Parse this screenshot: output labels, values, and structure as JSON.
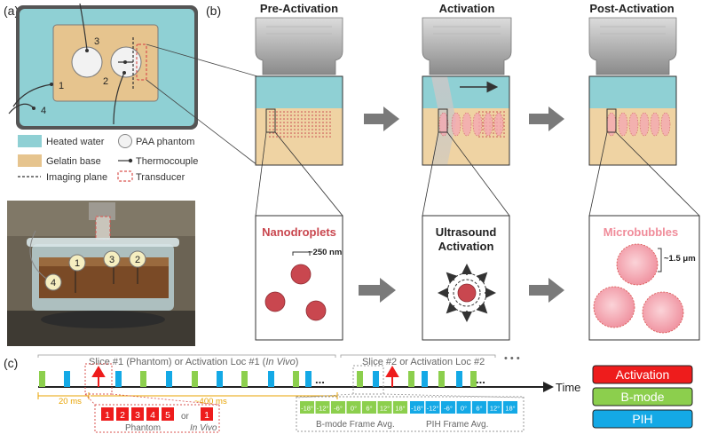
{
  "panel_labels": {
    "a": "(a)",
    "b": "(b)",
    "c": "(c)"
  },
  "panel_a": {
    "schematic_numbers": [
      "1",
      "2",
      "3",
      "4"
    ],
    "legend": [
      {
        "label": "Heated water",
        "color": "#8fd0d4"
      },
      {
        "label": "PAA phantom",
        "color": "#f2f2f2"
      },
      {
        "label": "Gelatin base",
        "color": "#e6c48e"
      },
      {
        "label": "Thermocouple",
        "color": "#333333"
      },
      {
        "label": "Imaging plane",
        "color": "#333333"
      },
      {
        "label": "Transducer",
        "color": "#d9534f"
      }
    ],
    "photo_numbers": [
      "1",
      "3",
      "2",
      "4"
    ]
  },
  "panel_b": {
    "stages": [
      "Pre-Activation",
      "Activation",
      "Post-Activation"
    ],
    "bottom_titles": {
      "nanodroplets": "Nanodroplets",
      "ultrasound_line1": "Ultrasound",
      "ultrasound_line2": "Activation",
      "microbubbles": "Microbubbles"
    },
    "sizes": {
      "nanodroplet": "~250 nm",
      "microbubble": "~1.5 μm"
    },
    "colors": {
      "water": "#8fd0d4",
      "gelatin": "#efd3a3",
      "droplet": "#c9474f",
      "bubble": "#f4a9b3",
      "arrow": "#7a7a7a"
    }
  },
  "panel_c": {
    "slice1_label_part1": "Slice #1 (Phantom) or Activation Loc #1 (",
    "slice1_label_italic": "In Vivo",
    "slice1_label_part2": ")",
    "slice2_label": "Slice #2 or Activation Loc #2",
    "ellipsis": "...",
    "dots": "• • •",
    "time_label": "Time",
    "interval_short": "20 ms",
    "interval_long": "~400 ms",
    "phantom_numbers": [
      "1",
      "2",
      "3",
      "4",
      "5"
    ],
    "or_label": "or",
    "invivo_number": "1",
    "phantom_label": "Phantom",
    "invivo_label": "In Vivo",
    "bmode_angles": [
      "-18°",
      "-12°",
      "-6°",
      "0°",
      "6°",
      "12°",
      "18°"
    ],
    "pih_angles": [
      "-18°",
      "-12°",
      "-6°",
      "0°",
      "6°",
      "12°",
      "18°"
    ],
    "bmode_avg_label": "B-mode Frame Avg.",
    "pih_avg_label": "PIH Frame Avg.",
    "legend": [
      {
        "label": "Activation",
        "color": "#ee1c1c"
      },
      {
        "label": "B-mode",
        "color": "#8ccf4d"
      },
      {
        "label": "PIH",
        "color": "#14a9e6"
      }
    ]
  }
}
